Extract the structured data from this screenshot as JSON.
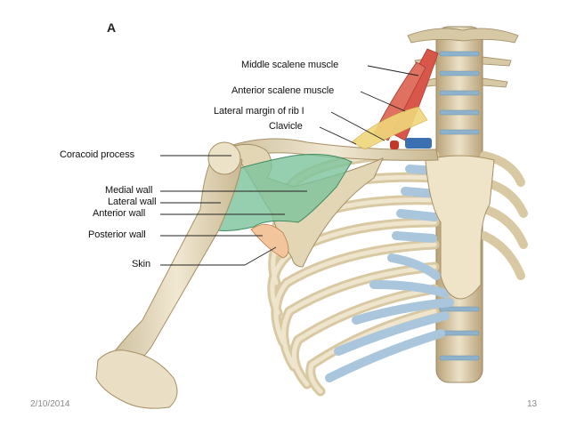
{
  "figure": {
    "letter": "A"
  },
  "labels": {
    "middle_scalene": "Middle scalene muscle",
    "anterior_scalene": "Anterior scalene muscle",
    "lateral_margin_rib": "Lateral margin of rib I",
    "clavicle": "Clavicle",
    "coracoid": "Coracoid process",
    "medial_wall": "Medial wall",
    "lateral_wall": "Lateral wall",
    "anterior_wall": "Anterior wall",
    "posterior_wall": "Posterior wall",
    "skin": "Skin"
  },
  "footer": {
    "date": "2/10/2014",
    "page": "13"
  }
}
